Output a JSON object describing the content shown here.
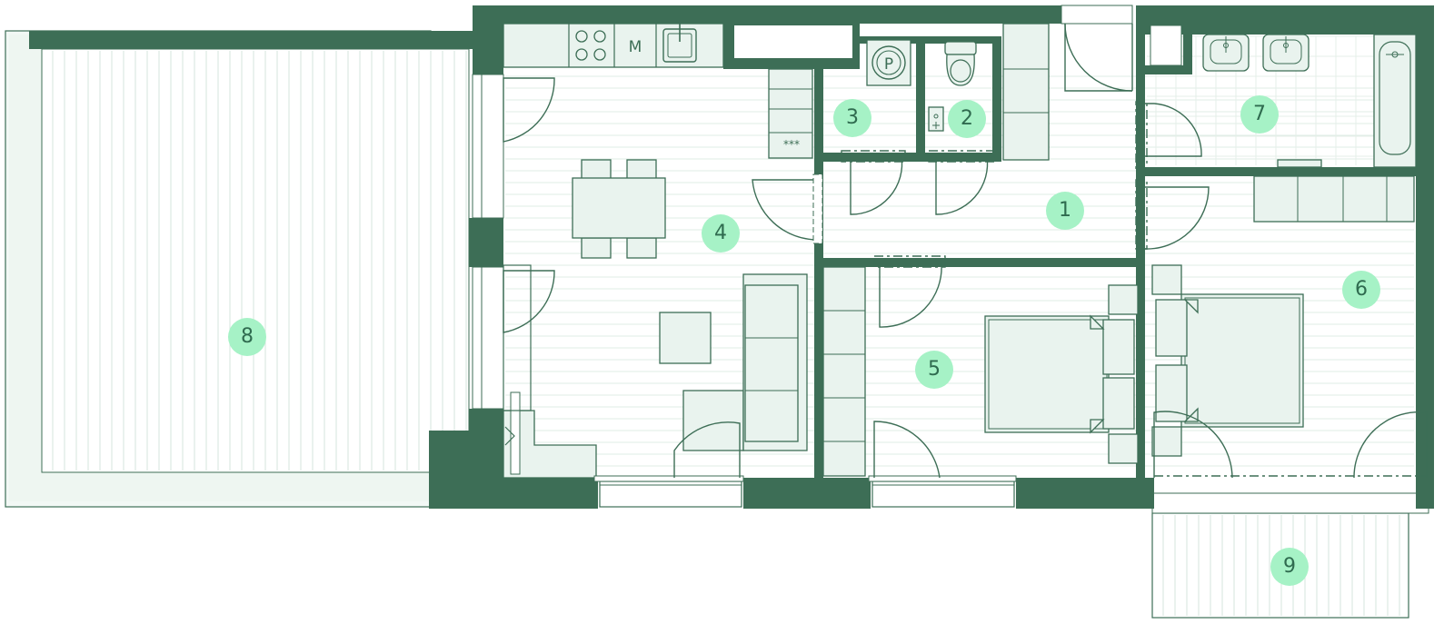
{
  "rooms": [
    {
      "id": "hallway",
      "number": "1"
    },
    {
      "id": "wc",
      "number": "2"
    },
    {
      "id": "laundry",
      "number": "3"
    },
    {
      "id": "living-kitchen",
      "number": "4"
    },
    {
      "id": "bedroom-1",
      "number": "5"
    },
    {
      "id": "bedroom-2",
      "number": "6"
    },
    {
      "id": "bathroom",
      "number": "7"
    },
    {
      "id": "terrace",
      "number": "8"
    },
    {
      "id": "balcony",
      "number": "9"
    }
  ],
  "fixtures": {
    "microwave_label": "M",
    "washer_label": "P",
    "cabinet_label": "***"
  },
  "colors": {
    "wall": "#3d6e56",
    "badge": "#a6f2c6",
    "badge_text": "#2f6b4f",
    "furniture_fill": "#e9f3ee"
  }
}
